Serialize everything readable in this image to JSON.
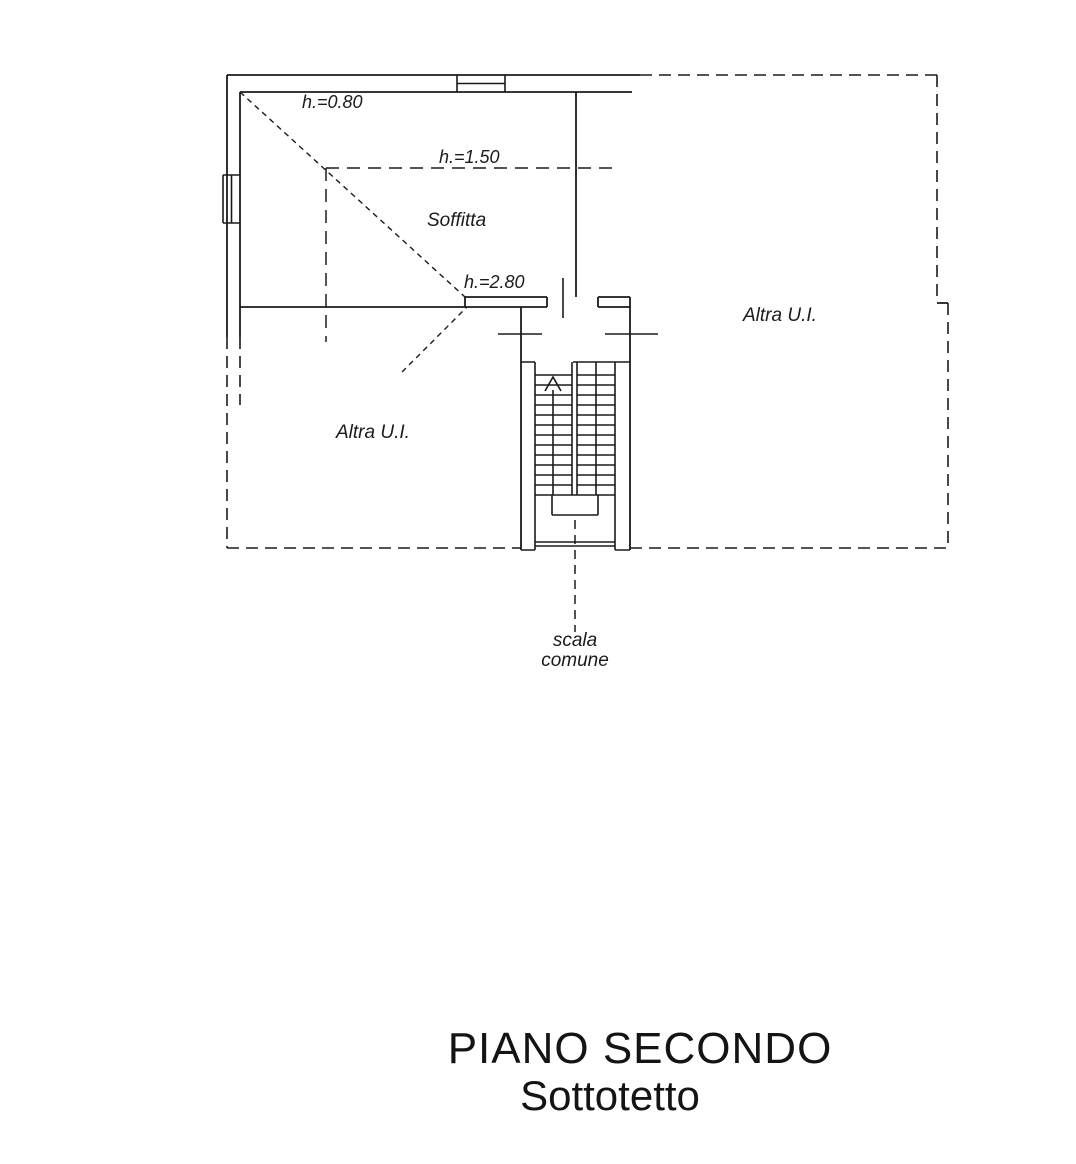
{
  "plan": {
    "annotations": {
      "h_080": "h.=0.80",
      "h_150": "h.=1.50",
      "h_280": "h.=2.80"
    },
    "rooms": {
      "soffitta": "Soffitta",
      "altra_ui_left": "Altra U.I.",
      "altra_ui_right": "Altra U.I."
    },
    "stair": {
      "label_line1": "scala",
      "label_line2": "comune"
    }
  },
  "title": {
    "line1": "PIANO SECONDO",
    "line2": "Sottotetto"
  },
  "colors": {
    "line": "#1b1b1b",
    "background": "#ffffff"
  }
}
